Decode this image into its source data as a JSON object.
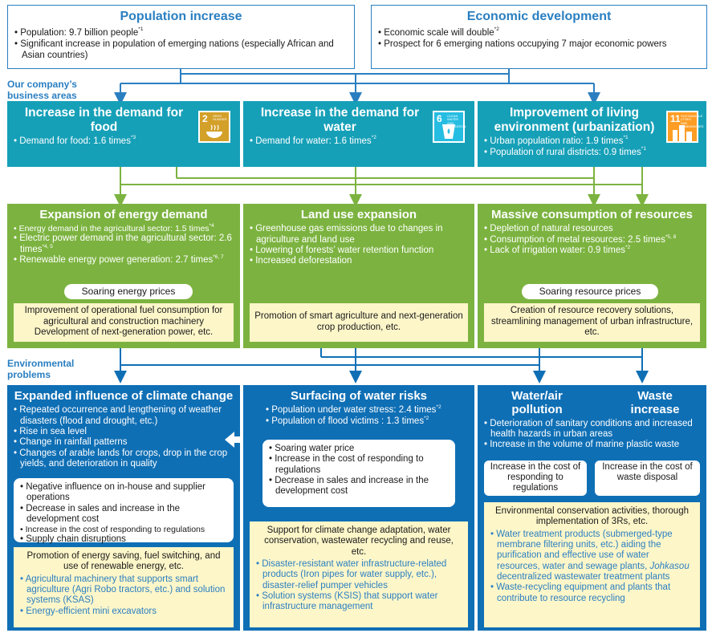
{
  "top": {
    "population": {
      "title": "Population increase",
      "bullets": [
        {
          "text": "Population: 9.7 billion people",
          "sup": "*1"
        },
        {
          "text": "Significant increase in population of emerging nations (especially African and Asian countries)",
          "sup": ""
        }
      ]
    },
    "economy": {
      "title": "Economic development",
      "bullets": [
        {
          "text": "Economic scale will double",
          "sup": "*2"
        },
        {
          "text": "Prospect for 6 emerging nations occupying 7 major economic powers",
          "sup": ""
        }
      ]
    }
  },
  "labels": {
    "business_areas": "Our company’s business areas",
    "env_problems": "Environmental problems"
  },
  "demand": {
    "food": {
      "title": "Increase in the demand for food",
      "bullets": [
        {
          "text": "Demand for food: 1.6 times",
          "sup": "*3"
        }
      ],
      "sdg_num": "2",
      "sdg_text": "ZERO HUNGER",
      "sdg_color": "#d3a029"
    },
    "water": {
      "title": "Increase in the demand for water",
      "bullets": [
        {
          "text": "Demand for water: 1.6 times",
          "sup": "*2"
        }
      ],
      "sdg_num": "6",
      "sdg_text": "CLEAN WATER AND SANITATION",
      "sdg_color": "#26bde2"
    },
    "urban": {
      "title": "Improvement of living environment (urbanization)",
      "bullets": [
        {
          "text": "Urban population ratio: 1.9 times",
          "sup": "*1"
        },
        {
          "text": "Population of rural districts: 0.9 times",
          "sup": "*1"
        }
      ],
      "sdg_num": "11",
      "sdg_text": "SUSTAINABLE CITIES AND COMMUNITIES",
      "sdg_color": "#fd9d24"
    }
  },
  "impacts": {
    "energy": {
      "title": "Expansion of energy demand",
      "bullets": [
        {
          "text": "Energy demand in the agricultural sector: 1.5 times",
          "sup": "*4",
          "small": true
        },
        {
          "text": "Electric power demand in the agricultural sector: 2.6 times",
          "sup": "*4, 5",
          "small": false
        },
        {
          "text": "Renewable energy power generation: 2.7 times",
          "sup": "*6, 7",
          "small": false
        }
      ],
      "pill": "Soaring energy prices",
      "solution": "Improvement of operational fuel consumption for agricultural and construction machinery Development of next-generation power, etc."
    },
    "land": {
      "title": "Land use expansion",
      "bullets": [
        {
          "text": "Greenhouse gas emissions due to changes in agriculture and land use",
          "sup": ""
        },
        {
          "text": "Lowering of forests’ water retention function",
          "sup": ""
        },
        {
          "text": "Increased deforestation",
          "sup": ""
        }
      ],
      "solution": "Promotion of smart agriculture and next-generation crop production, etc."
    },
    "resources": {
      "title": "Massive consumption of resources",
      "bullets": [
        {
          "text": "Depletion of natural resources",
          "sup": ""
        },
        {
          "text": "Consumption of metal resources: 2.5 times",
          "sup": "*5, 8"
        },
        {
          "text": "Lack of irrigation water: 0.9 times",
          "sup": "*2"
        }
      ],
      "pill": "Soaring resource prices",
      "solution": "Creation of resource recovery solutions, streamlining management of urban infrastructure, etc."
    }
  },
  "env": {
    "climate": {
      "title": "Expanded influence of climate change",
      "bullets": [
        {
          "text": "Repeated occurrence and lengthening of weather disasters (flood and drought, etc.)"
        },
        {
          "text": "Rise in sea level"
        },
        {
          "text": "Change in rainfall patterns"
        },
        {
          "text": "Changes of arable lands for crops, drop in the crop yields, and deterioration in quality"
        }
      ],
      "effects": [
        {
          "text": "Negative influence on in-house and supplier operations",
          "small": false
        },
        {
          "text": "Decrease in sales and increase in the development cost",
          "small": false
        },
        {
          "text": "Increase in the cost of responding to regulations",
          "small": true
        },
        {
          "text": "Supply chain disruptions",
          "small": false
        }
      ],
      "solution_head": "Promotion of energy saving, fuel switching, and use of renewable energy, etc.",
      "solution_items": [
        "Agricultural machinery that supports smart agriculture (Agri Robo tractors, etc.) and solution systems (KSAS)",
        "Energy-efficient mini excavators"
      ]
    },
    "water": {
      "title": "Surfacing of water risks",
      "bullets": [
        {
          "text": "Population under water stress: 2.4 times",
          "sup": "*2"
        },
        {
          "text": "Population of flood victims : 1.3 times",
          "sup": "*2"
        }
      ],
      "effects": [
        "Soaring water price",
        "Increase in the cost of responding to regulations",
        "Decrease in sales and increase in the development cost"
      ],
      "solution_head": "Support for climate change adaptation, water conservation, wastewater recycling and reuse, etc.",
      "solution_items": [
        "Disaster-resistant water infrastructure-related products (Iron pipes for water supply, etc.), disaster-relief pumper vehicles",
        "Solution systems (KSIS) that support water infrastructure management"
      ]
    },
    "pollution": {
      "title_left": "Water/air pollution",
      "title_right": "Waste increase",
      "bullets": [
        "Deterioration of sanitary conditions and increased health hazards in urban areas",
        "Increase in the volume of marine plastic waste"
      ],
      "cost_left": "Increase in the cost of responding to regulations",
      "cost_right": "Increase in the cost of waste disposal",
      "solution_head": "Environmental conservation activities, thorough implementation of 3Rs, etc.",
      "solution_item1_a": "Water treatment products (submerged-type membrane filtering units, etc.) aiding the purification and effective use of water resources, water and sewage plants, ",
      "solution_item1_em": "Johkasou",
      "solution_item1_b": " decentralized wastewater treatment plants",
      "solution_item2": "Waste-recycling equipment and plants that contribute to resource recycling"
    }
  },
  "colors": {
    "accent_blue": "#2a7fc1",
    "teal": "#16a0b8",
    "green": "#7cb340",
    "dark_blue": "#0f6fb5",
    "yellow": "#fdf6c9"
  }
}
